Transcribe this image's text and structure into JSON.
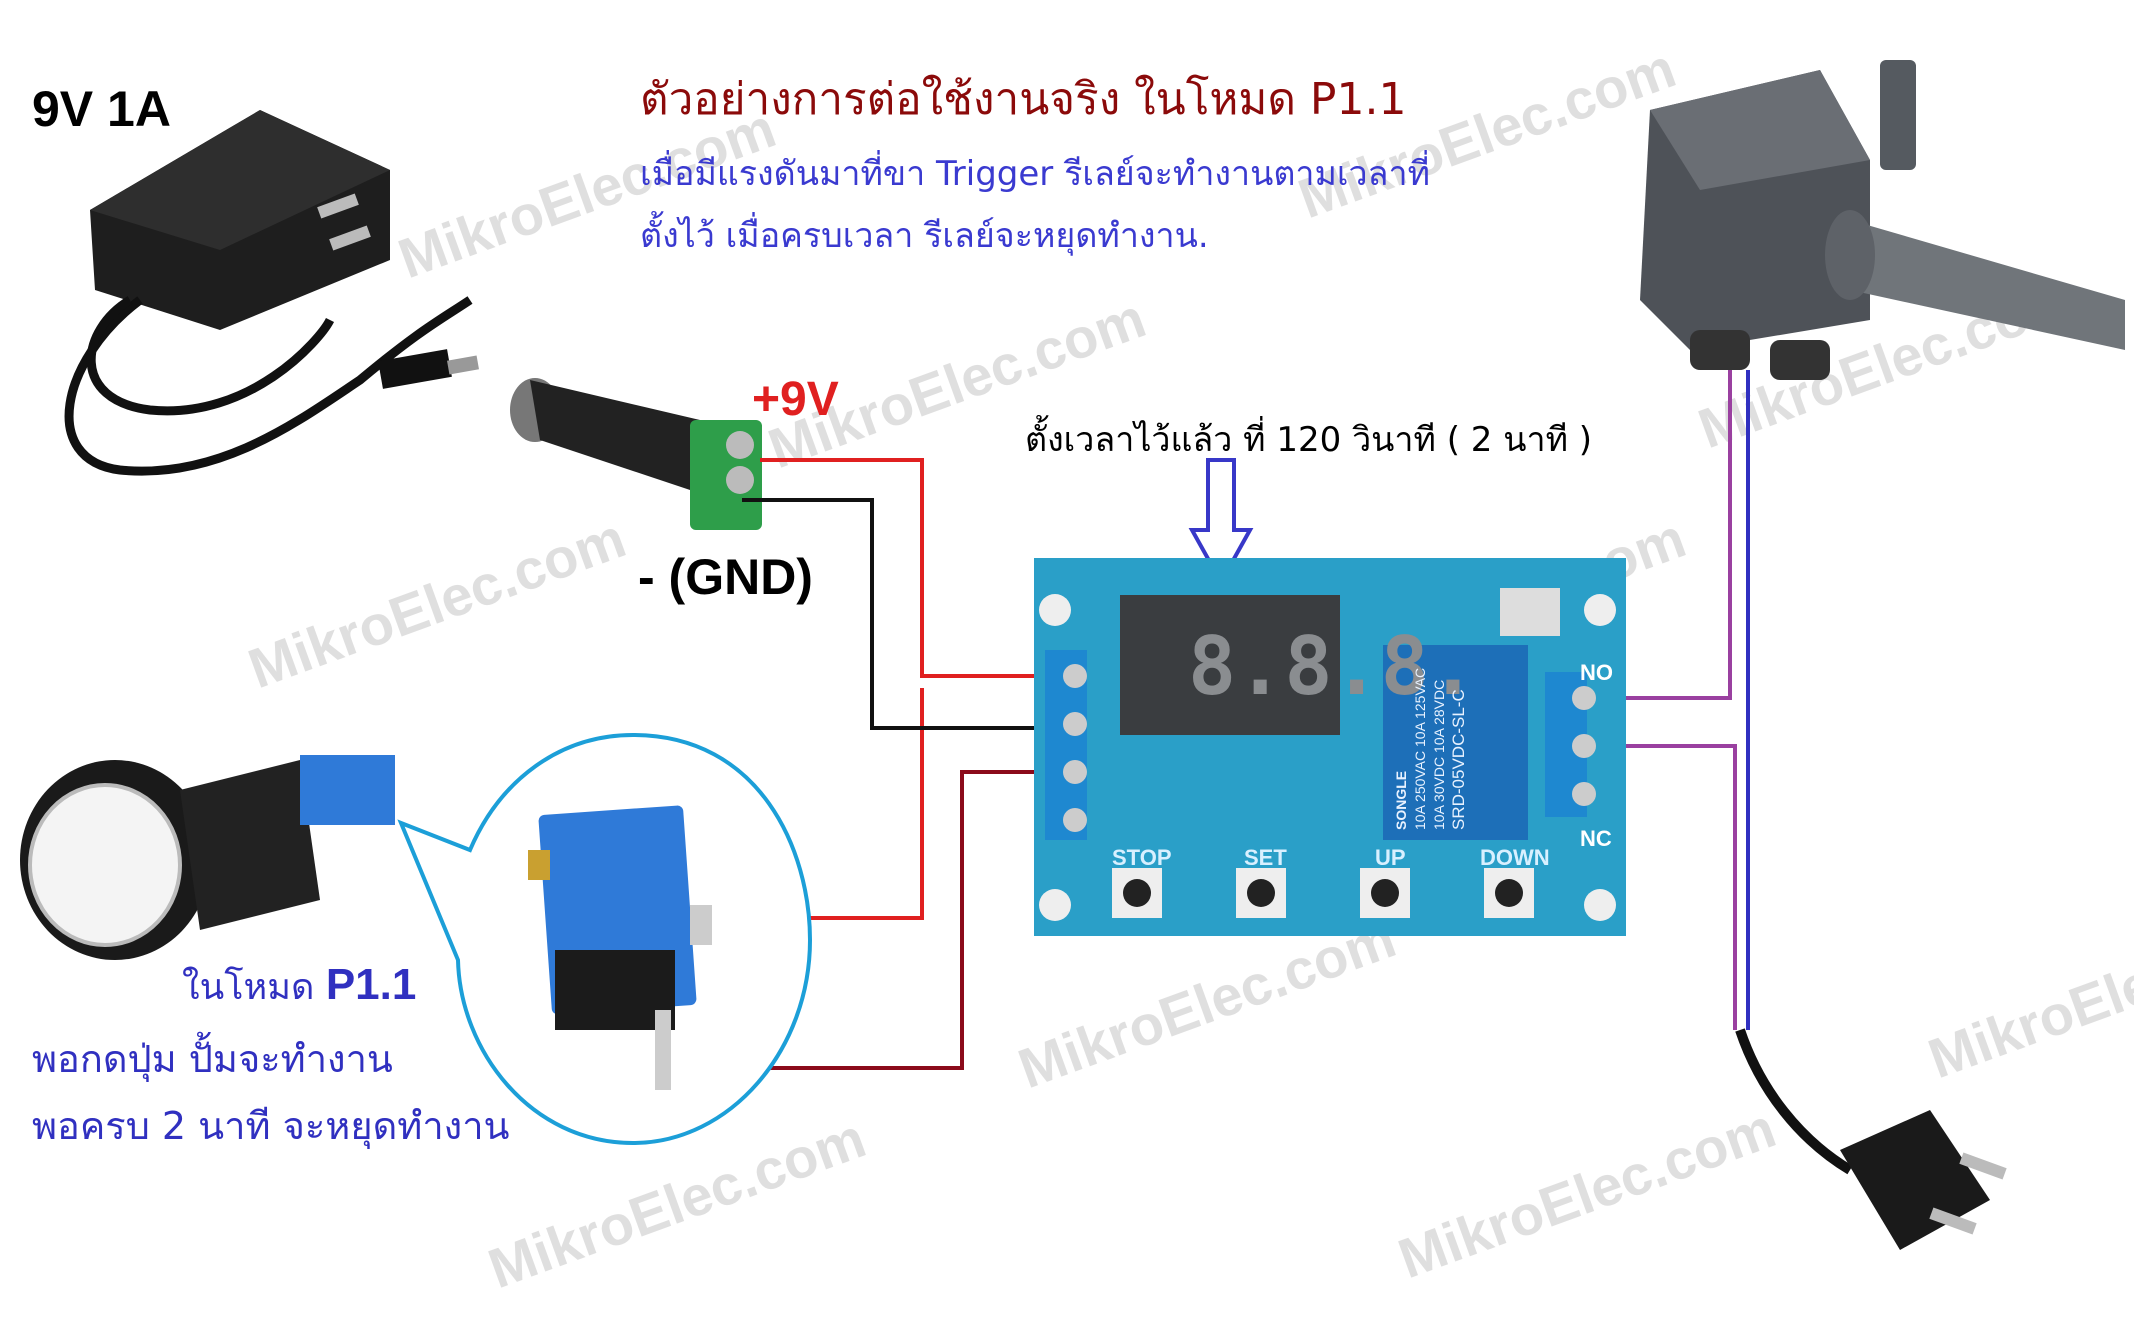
{
  "header": {
    "power_label": "9V 1A",
    "title": "ตัวอย่างการต่อใช้งานจริง ในโหมด P1.1",
    "description_line1": "เมื่อมีแรงดันมาที่ขา Trigger รีเลย์จะทำงานตามเวลาที่",
    "description_line2": "ตั้งไว้ เมื่อครบเวลา รีเลย์จะหยุดทำงาน."
  },
  "wiring": {
    "positive_label": "+9V",
    "ground_label": "- (GND)",
    "timer_note": "ตั้งเวลาไว้แล้ว ที่ 120 วินาที ( 2 นาที )"
  },
  "board": {
    "display": "8.8.8.",
    "buttons": [
      "STOP",
      "SET",
      "UP",
      "DOWN"
    ],
    "relay_terminals": [
      "NO",
      "NC"
    ],
    "relay_text": [
      "SONGLE",
      "10A 250VAC 10A 125VAC",
      "10A 30VDC 10A 28VDC",
      "SRD-05VDC-SL-C"
    ]
  },
  "switch_note": {
    "mode_prefix": "ในโหมด",
    "mode": "P1.1",
    "line1": "พอกดปุ่ม ปั้มจะทำงาน",
    "line2": "พอครบ 2 นาที จะหยุดทำงาน"
  },
  "watermark": "MikroElec.com",
  "colors": {
    "title": "#8b0a0a",
    "text_blue": "#3a3ad0",
    "wire_red": "#e02020",
    "wire_dark_red": "#8b0a1a",
    "wire_purple": "#9a40a0",
    "wire_blue": "#3030c0",
    "board": "#2a9fc8"
  }
}
